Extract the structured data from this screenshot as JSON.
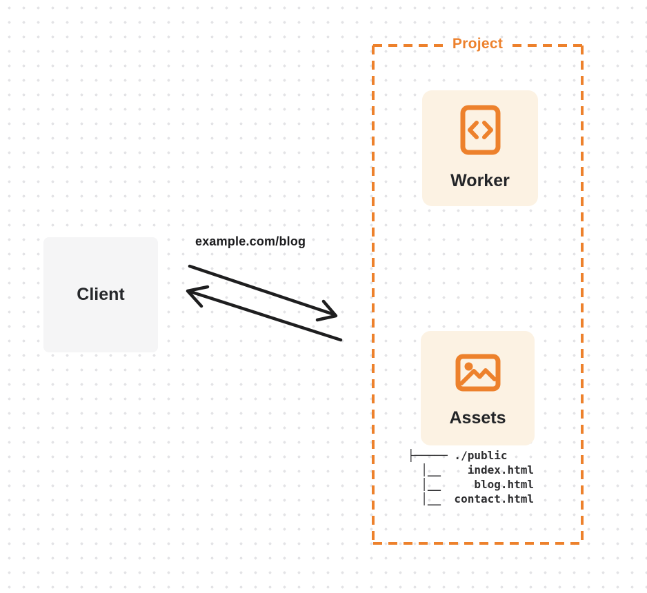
{
  "project": {
    "label": "Project",
    "worker": {
      "label": "Worker",
      "icon": "code-document-icon"
    },
    "assets": {
      "label": "Assets",
      "icon": "image-icon"
    },
    "file_tree": {
      "line1": "├───── ./public",
      "line2": "  │__    index.html",
      "line3": "  │__     blog.html",
      "line4": "  │__  contact.html"
    }
  },
  "client": {
    "label": "Client"
  },
  "request": {
    "label": "example.com/blog"
  },
  "colors": {
    "accent_orange": "#ed812c",
    "card_background": "#fcf2e3",
    "client_background": "#f5f5f6",
    "arrow_black": "#1e1e1f",
    "dot_grid": "#e3e3e6",
    "text_dark": "#232528"
  }
}
